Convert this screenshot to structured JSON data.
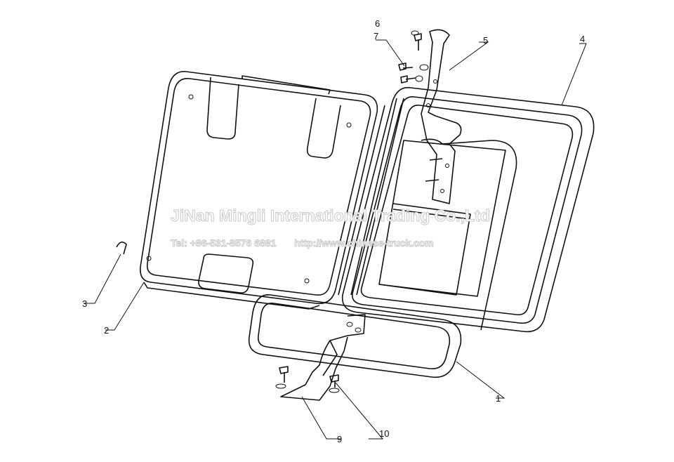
{
  "watermark": {
    "company": "JiNan Mingli International Trading Co.,Ltd",
    "tel": "Tel: +86-531-8576 6881",
    "url": "http://www.chinese-truck.com"
  },
  "callouts": [
    "1",
    "2",
    "3",
    "4",
    "5",
    "6",
    "7",
    "9",
    "10"
  ]
}
